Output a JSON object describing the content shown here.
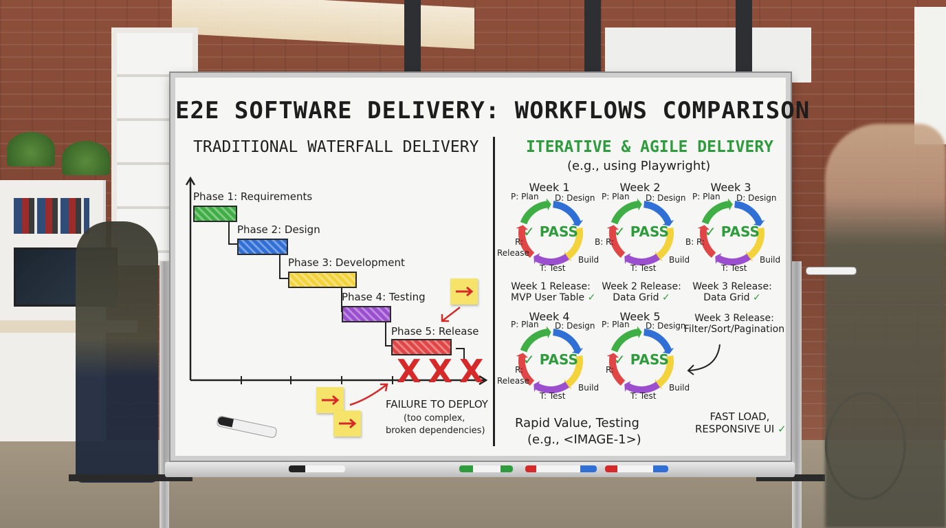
{
  "board": {
    "title": "E2E SOFTWARE DELIVERY: WORKFLOWS COMPARISON",
    "left": {
      "heading": "TRADITIONAL WATERFALL DELIVERY",
      "phases": [
        {
          "label": "Phase 1: Requirements",
          "color": "#3fae45"
        },
        {
          "label": "Phase 2: Design",
          "color": "#2f6fd6"
        },
        {
          "label": "Phase 3: Development",
          "color": "#f2d33b"
        },
        {
          "label": "Phase 4: Testing",
          "color": "#9b4fcf"
        },
        {
          "label": "Phase 5: Release",
          "color": "#e04646"
        }
      ],
      "failure_marks": [
        "X",
        "X",
        "X"
      ],
      "failure_title": "FAILURE TO DEPLOY",
      "failure_reason_line1": "(too complex,",
      "failure_reason_line2": "broken dependencies)"
    },
    "right": {
      "heading": "ITERATIVE & AGILE DELIVERY",
      "subheading": "(e.g., using Playwright)",
      "cycle_labels": {
        "plan": "P: Plan",
        "design": "D: Design",
        "test": "T: Test",
        "build": "Build",
        "release_short": "R:",
        "release": "Release",
        "build_short": "B:",
        "pass": "PASS",
        "check": "✓"
      },
      "weeks": [
        {
          "label": "Week 1",
          "release_title": "Week 1 Release:",
          "release_item": "MVP User Table"
        },
        {
          "label": "Week 2",
          "release_title": "Week 2 Release:",
          "release_item": "Data Grid"
        },
        {
          "label": "Week 3",
          "release_title": "Week 3 Release:",
          "release_item": "Data Grid"
        },
        {
          "label": "Week 4"
        },
        {
          "label": "Week 5"
        }
      ],
      "extra_release_title": "Week 3 Release:",
      "extra_release_item": "Filter/Sort/Pagination",
      "bottom_left_line1": "Rapid Value, Testing",
      "bottom_left_line2": "(e.g., <IMAGE-1>)",
      "bottom_right_line1": "FAST LOAD,",
      "bottom_right_line2": "RESPONSIVE UI"
    },
    "cycle_colors": [
      "#3fae45",
      "#2f6fd6",
      "#f2d33b",
      "#9b4fcf",
      "#e04646"
    ]
  }
}
